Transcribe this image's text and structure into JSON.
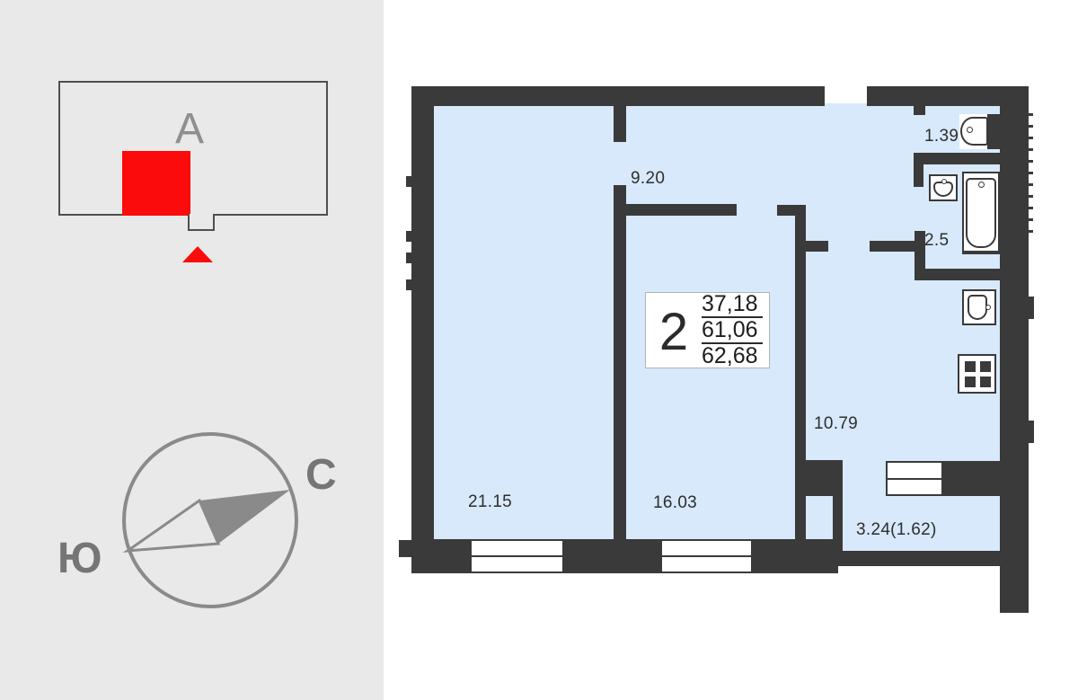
{
  "left_panel": {
    "building_label": "А",
    "compass": {
      "north_label": "С",
      "south_label": "Ю"
    }
  },
  "plan": {
    "summary": {
      "rooms_count": "2",
      "areas": [
        "37,18",
        "61,06",
        "62,68"
      ]
    },
    "rooms": {
      "living": "21.15",
      "bedroom": "16.03",
      "hallway": "9.20",
      "kitchen_corridor": "10.79",
      "bathroom": "2.5",
      "toilet": "1.39",
      "balcony": "3.24(1.62)"
    }
  },
  "colors": {
    "wall": "#3a3a3a",
    "floor": "#d7e9fb",
    "panel_bg": "#e9e9e9",
    "accent_red": "#fb0b0b",
    "compass_gray": "#8a8a8a",
    "outline_gray": "#4f4f4f",
    "label_text": "#2e2e2e",
    "fixture_line": "#3a3a3a",
    "infobox_border": "#b3b3b3"
  }
}
